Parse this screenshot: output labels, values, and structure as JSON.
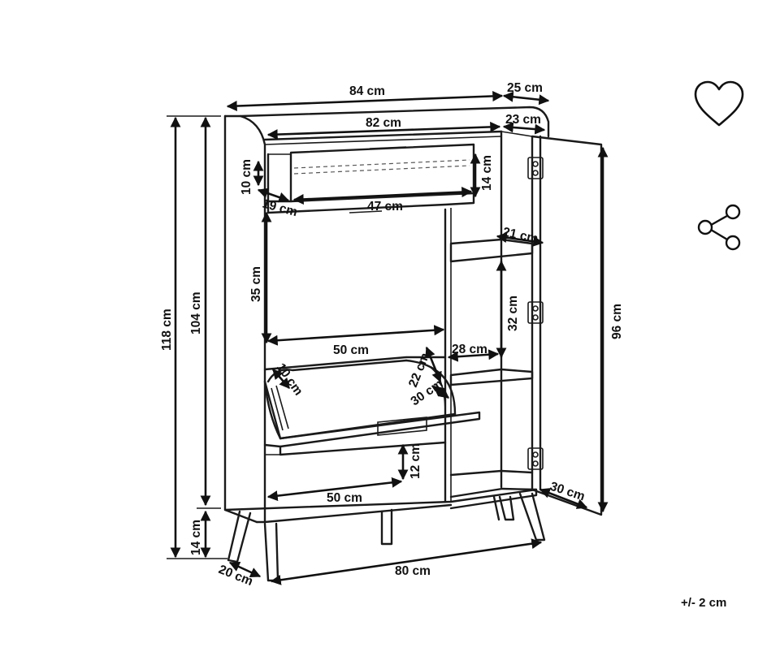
{
  "dimensions": {
    "total_width": "84 cm",
    "top_depth": "25 cm",
    "inner_width": "82 cm",
    "inner_depth": "23 cm",
    "drawer_height": "10 cm",
    "drawer_outer_height": "14 cm",
    "drawer_depth": "19 cm",
    "drawer_width": "47 cm",
    "shelf_depth_right": "21 cm",
    "compartment_height": "35 cm",
    "right_compartment_height": "32 cm",
    "compartment_width": "50 cm",
    "right_shelf_width": "28 cm",
    "flap_inner": "10 cm",
    "flap_angle_a": "22 cm",
    "flap_angle_b": "30 cm",
    "bottom_space_height": "12 cm",
    "bottom_compartment_width": "50 cm",
    "door_depth": "30 cm",
    "door_height": "96 cm",
    "total_height": "118 cm",
    "body_height": "104 cm",
    "leg_height": "14 cm",
    "base_depth": "20 cm",
    "base_width": "80 cm"
  },
  "tolerance": "+/- 2 cm",
  "icons": {
    "favorite": "heart-icon",
    "share": "share-icon"
  }
}
